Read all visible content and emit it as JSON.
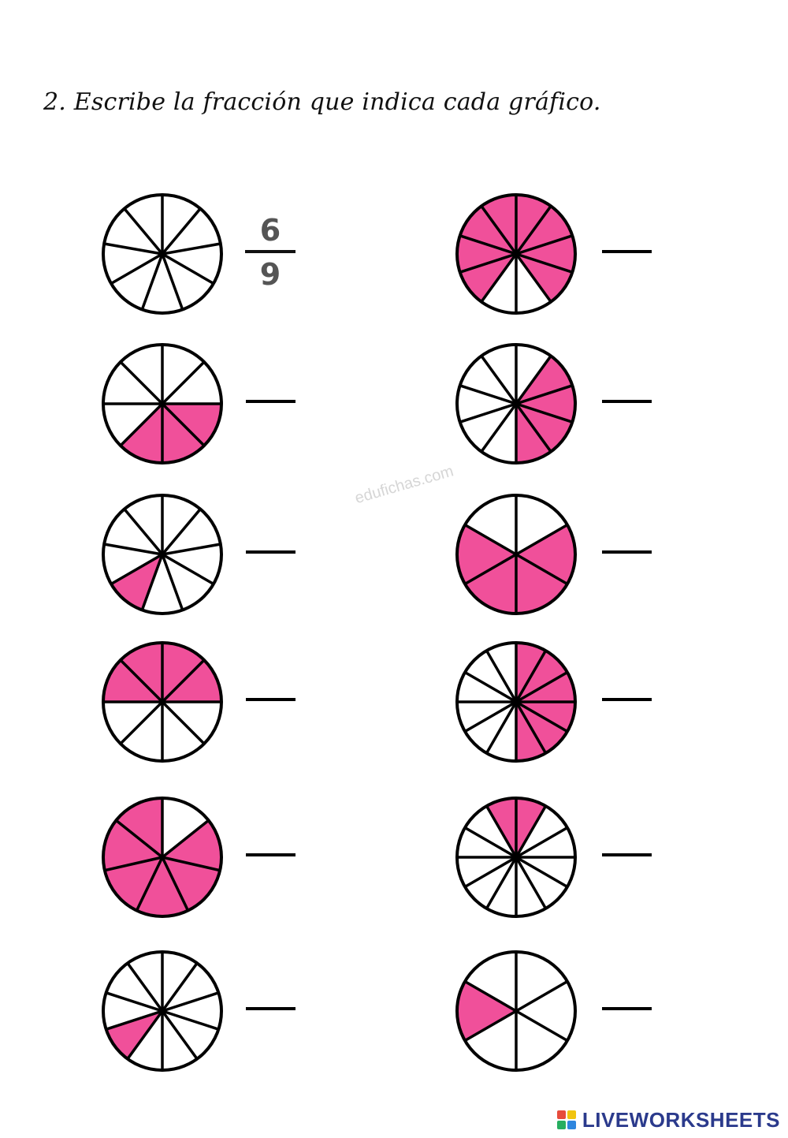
{
  "instruction": "2. Escribe la fracción que indica cada gráfico.",
  "example_answer": {
    "numerator": "6",
    "denominator": "9"
  },
  "watermark": "edufichas.com",
  "brand": "LIVEWORKSHEETS",
  "colors": {
    "shaded": "#f0509a",
    "outline": "#000000",
    "brand_text": "#2b3a8c"
  },
  "circles": [
    {
      "id": "left-1",
      "column": "left",
      "row": 1,
      "parts": 9,
      "shaded": []
    },
    {
      "id": "left-2",
      "column": "left",
      "row": 2,
      "parts": 8,
      "shaded": [
        2,
        3,
        4
      ]
    },
    {
      "id": "left-3",
      "column": "left",
      "row": 3,
      "parts": 9,
      "shaded": [
        5
      ]
    },
    {
      "id": "left-4",
      "column": "left",
      "row": 4,
      "parts": 8,
      "shaded": [
        0,
        1,
        6,
        7
      ]
    },
    {
      "id": "left-5",
      "column": "left",
      "row": 5,
      "parts": 7,
      "shaded": [
        1,
        2,
        3,
        4,
        5,
        6
      ]
    },
    {
      "id": "left-6",
      "column": "left",
      "row": 6,
      "parts": 10,
      "shaded": [
        6
      ]
    },
    {
      "id": "right-1",
      "column": "right",
      "row": 1,
      "parts": 10,
      "shaded": [
        0,
        1,
        2,
        3,
        6,
        7,
        8,
        9
      ]
    },
    {
      "id": "right-2",
      "column": "right",
      "row": 2,
      "parts": 10,
      "shaded": [
        1,
        2,
        3,
        4
      ]
    },
    {
      "id": "right-3",
      "column": "right",
      "row": 3,
      "parts": 6,
      "shaded": [
        1,
        2,
        3,
        4
      ]
    },
    {
      "id": "right-4",
      "column": "right",
      "row": 4,
      "parts": 12,
      "shaded": [
        0,
        1,
        2,
        3,
        4,
        5
      ]
    },
    {
      "id": "right-5",
      "column": "right",
      "row": 5,
      "parts": 12,
      "shaded": [
        0,
        11
      ]
    },
    {
      "id": "right-6",
      "column": "right",
      "row": 6,
      "parts": 6,
      "shaded": [
        4
      ]
    }
  ]
}
